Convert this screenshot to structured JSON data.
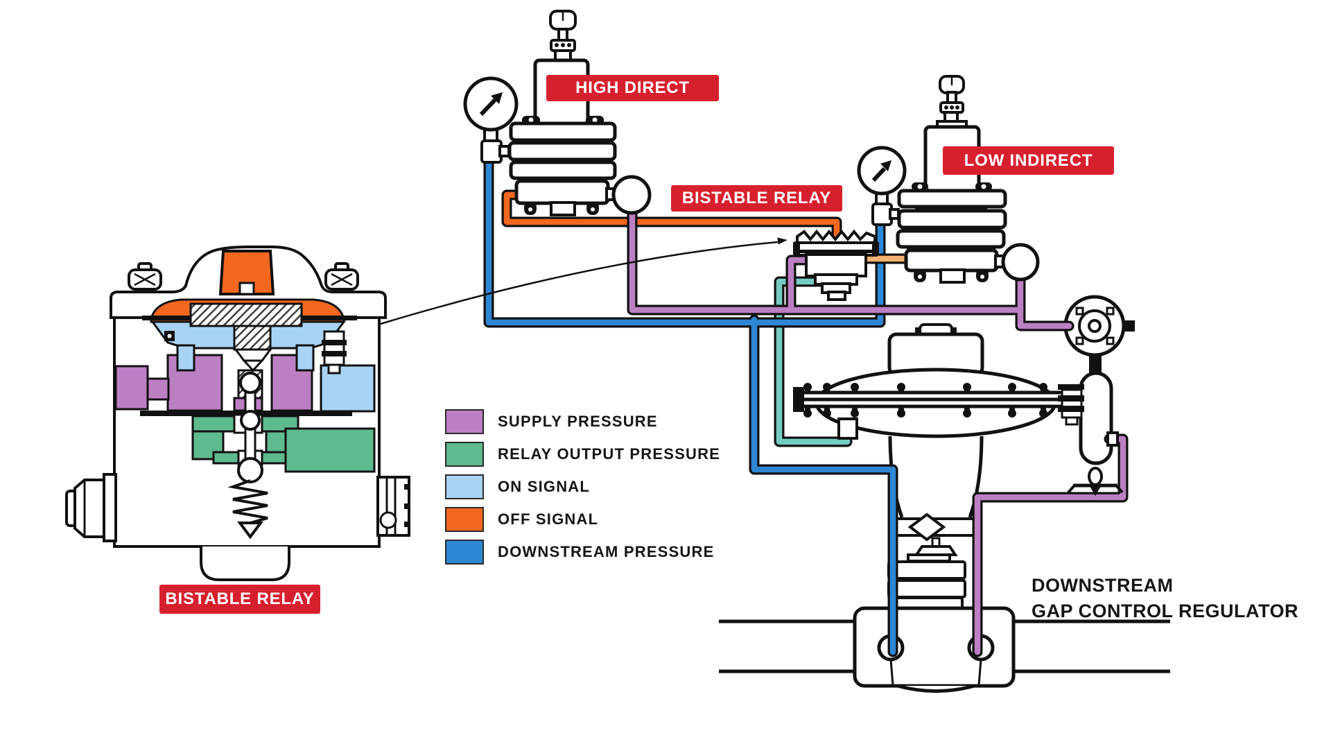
{
  "labels": {
    "high_direct": "HIGH DIRECT",
    "low_indirect": "LOW INDIRECT",
    "bistable_relay_callout": "BISTABLE RELAY",
    "bistable_relay_cutaway": "BISTABLE RELAY",
    "downstream_line1": "DOWNSTREAM",
    "downstream_line2": "GAP CONTROL REGULATOR"
  },
  "legend": {
    "items": [
      {
        "label": "SUPPLY PRESSURE",
        "color": "#bc7fc3"
      },
      {
        "label": "RELAY OUTPUT PRESSURE",
        "color": "#5eba8f"
      },
      {
        "label": "ON SIGNAL",
        "color": "#a8d3f4"
      },
      {
        "label": "OFF SIGNAL",
        "color": "#f4671f"
      },
      {
        "label": "DOWNSTREAM PRESSURE",
        "color": "#2d87d5"
      }
    ]
  },
  "colors": {
    "supply": "#bc7fc3",
    "relay_output": "#5eba8f",
    "on_signal": "#a8d3f4",
    "off_signal": "#f4671f",
    "downstream": "#2d87d5",
    "pipe_teal": "#74cdc1",
    "connector": "#f3b272",
    "label_red": "#d7202e",
    "ink": "#111111"
  }
}
